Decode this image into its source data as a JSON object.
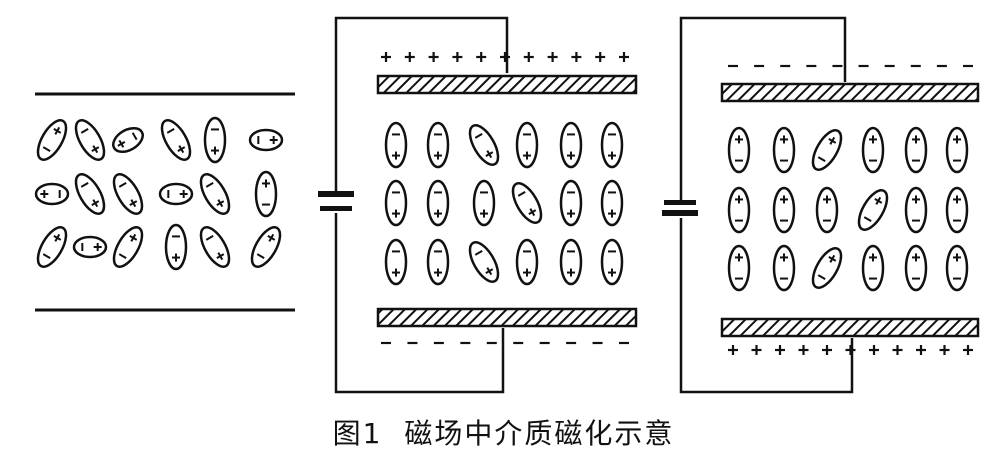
{
  "caption": {
    "figure_number": "图1",
    "title": "磁场中介质磁化示意"
  },
  "colors": {
    "ink": "#111111",
    "background": "#ffffff"
  },
  "panels": [
    {
      "name": "unpolarized",
      "rows": [
        [
          "up-tilt",
          "down-tilt",
          "left-tilt",
          "down-tilt",
          "down",
          "right"
        ],
        [
          "left",
          "down-tilt",
          "down-tilt",
          "right",
          "down-tilt",
          "up"
        ],
        [
          "up-tilt",
          "right",
          "up-tilt",
          "down",
          "down-tilt",
          "up-tilt"
        ]
      ]
    },
    {
      "name": "polarized-top-positive",
      "top_plate_charge": "+",
      "bottom_plate_charge": "-",
      "rows": [
        [
          "down",
          "down",
          "down-tilt",
          "down",
          "down",
          "down"
        ],
        [
          "down",
          "down",
          "down",
          "down-tilt",
          "down",
          "down"
        ],
        [
          "down",
          "down",
          "down-tilt",
          "down",
          "down",
          "down"
        ]
      ]
    },
    {
      "name": "polarized-top-negative",
      "top_plate_charge": "-",
      "bottom_plate_charge": "+",
      "rows": [
        [
          "up",
          "up",
          "up-tilt",
          "up",
          "up",
          "up"
        ],
        [
          "up",
          "up",
          "up",
          "up-tilt",
          "up",
          "up"
        ],
        [
          "up",
          "up",
          "up-tilt",
          "up",
          "up",
          "up"
        ]
      ]
    }
  ]
}
